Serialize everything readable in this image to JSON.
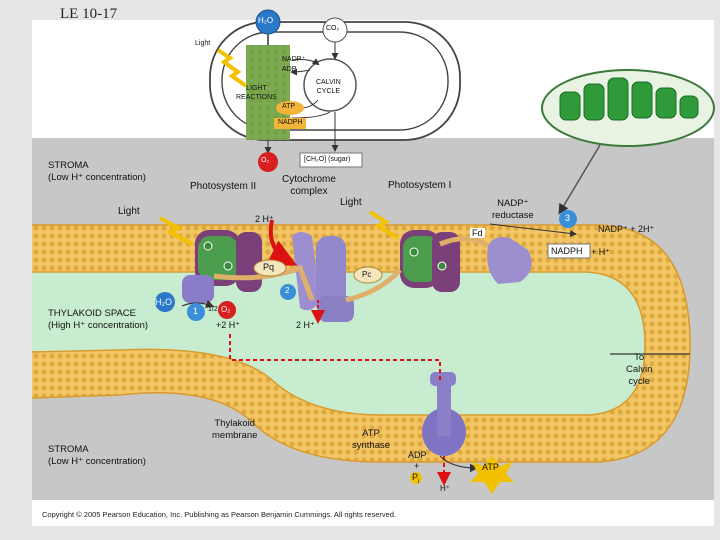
{
  "slide_title": "LE 10-17",
  "overview": {
    "h2o": "H₂O",
    "co2": "CO₂",
    "light": "Light",
    "nadp_plus": "NADP⁺",
    "adp": "ADP",
    "calvin_cycle": [
      "CALVIN",
      "CYCLE"
    ],
    "light_reactions": [
      "LIGHT",
      "REACTIONS"
    ],
    "atp": "ATP",
    "nadph": "NADPH",
    "o2": "O₂",
    "sugar": "[CH₂O] (sugar)"
  },
  "labels": {
    "stroma_top": [
      "STROMA",
      "(Low H⁺ concentration)"
    ],
    "photosystem_2": "Photosystem II",
    "cytochrome": [
      "Cytochrome",
      "complex"
    ],
    "photosystem_1": "Photosystem I",
    "light_left": "Light",
    "light_right": "Light",
    "two_h_top": "2 H⁺",
    "nadp_reductase": [
      "NADP⁺",
      "reductase"
    ],
    "fd": "Fd",
    "step3": "3",
    "nadp_h": "NADP⁺ + 2H⁺",
    "nadph": "NADPH",
    "plus_h": "+ H⁺",
    "pq": "Pq",
    "pc": "Pc",
    "step2": "2",
    "step1": "1",
    "h2o": "H₂O",
    "thylakoid_space": [
      "THYLAKOID SPACE",
      "(High H⁺ concentration)"
    ],
    "half": "1/2",
    "o2": "O₂",
    "plus_2h": "+2 H⁺",
    "two_h_mid": "2 H⁺",
    "to_calvin": [
      "To",
      "Calvin",
      "cycle"
    ],
    "thylakoid_membrane": [
      "Thylakoid",
      "membrane"
    ],
    "atp_synthase": [
      "ATP",
      "synthase"
    ],
    "adp": "ADP",
    "plus": "+",
    "pi": "P",
    "pi_sub": "i",
    "atp": "ATP",
    "h_bottom": "H⁺",
    "stroma_bottom": [
      "STROMA",
      "(Low H⁺ concentration)"
    ]
  },
  "copyright": "Copyright © 2005 Pearson Education, Inc. Publishing as Pearson Benjamin Cummings. All rights reserved."
}
